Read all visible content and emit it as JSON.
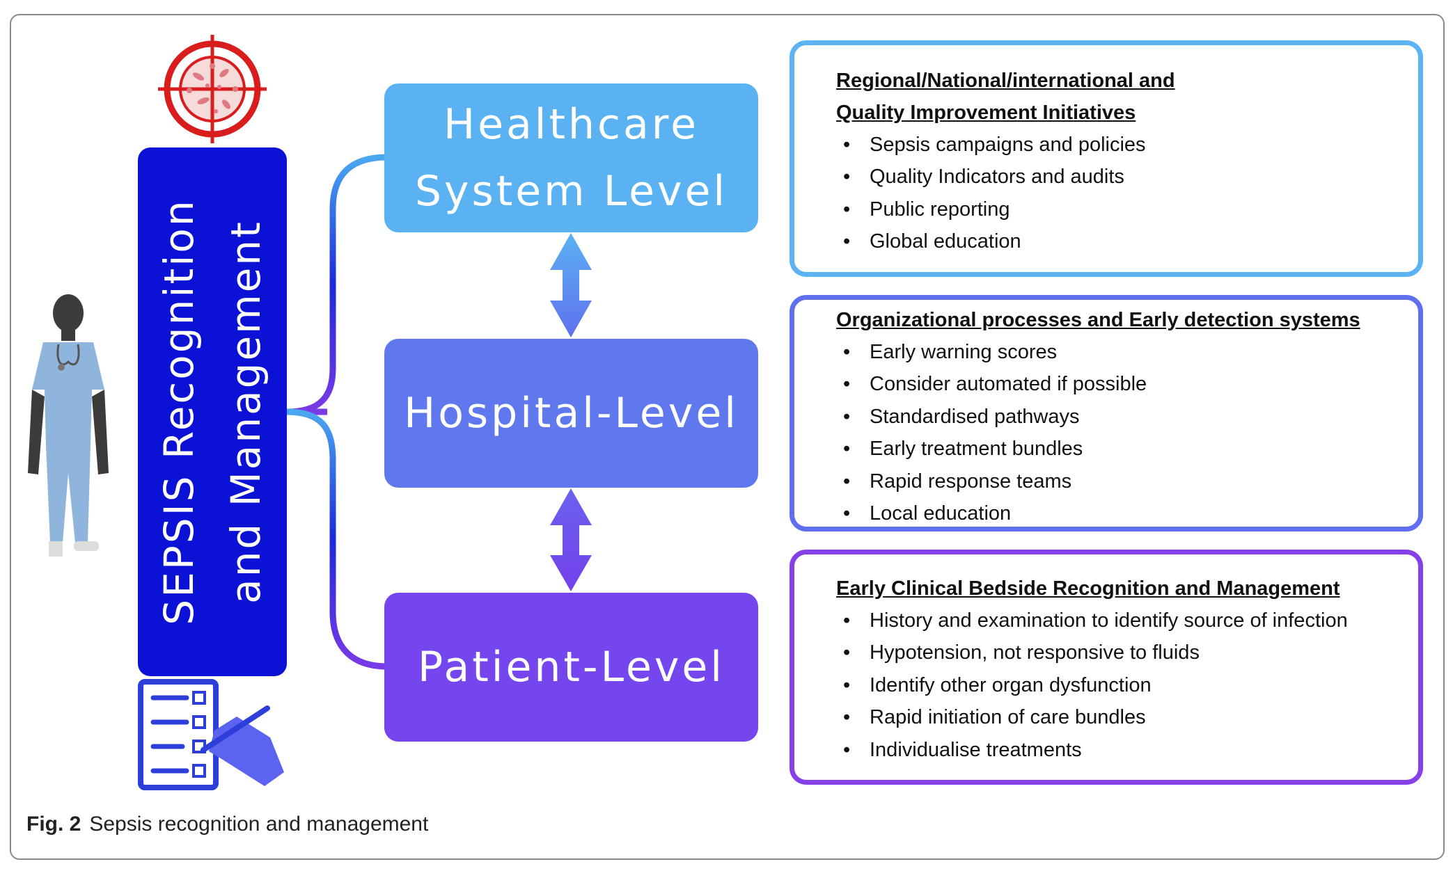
{
  "figure": {
    "caption_label": "Fig. 2",
    "caption_text": "Sepsis recognition and management"
  },
  "left_panel": {
    "title_line1": "SEPSIS Recognition",
    "title_line2": "and Management",
    "icons": [
      "target-bacteria-icon",
      "clinician-figure-icon",
      "checklist-hand-icon"
    ]
  },
  "levels": [
    {
      "line1": "Healthcare",
      "line2": "System Level"
    },
    {
      "line1": "Hospital-Level",
      "line2": ""
    },
    {
      "line1": "Patient-Level",
      "line2": ""
    }
  ],
  "boxes": [
    {
      "title_line1": "Regional/National/international and",
      "title_line2": "Quality Improvement Initiatives",
      "items": [
        "Sepsis campaigns and policies",
        "Quality Indicators and audits",
        "Public reporting",
        "Global education"
      ],
      "icon": "world-map-icon"
    },
    {
      "title_line1": "Organizational processes and Early detection systems",
      "items": [
        "Early warning scores",
        "Consider automated if possible",
        "Standardised pathways",
        "Early treatment bundles",
        "Rapid response teams",
        "Local education"
      ],
      "icon": "hospital-building-icon"
    },
    {
      "title_line1": "Early Clinical Bedside Recognition and Management",
      "items": [
        "History and examination to identify source of infection",
        "Hypotension, not responsive to fluids",
        "Identify other organ dysfunction",
        "Rapid initiation of care bundles",
        "Individualise treatments"
      ],
      "icon": "clipboard-icon"
    }
  ],
  "colors": {
    "navy": "#0b12d6",
    "sky": "#5ab2f3",
    "periwinkle": "#5f78ee",
    "violet": "#7546ee",
    "target_red": "#d91c1c"
  }
}
